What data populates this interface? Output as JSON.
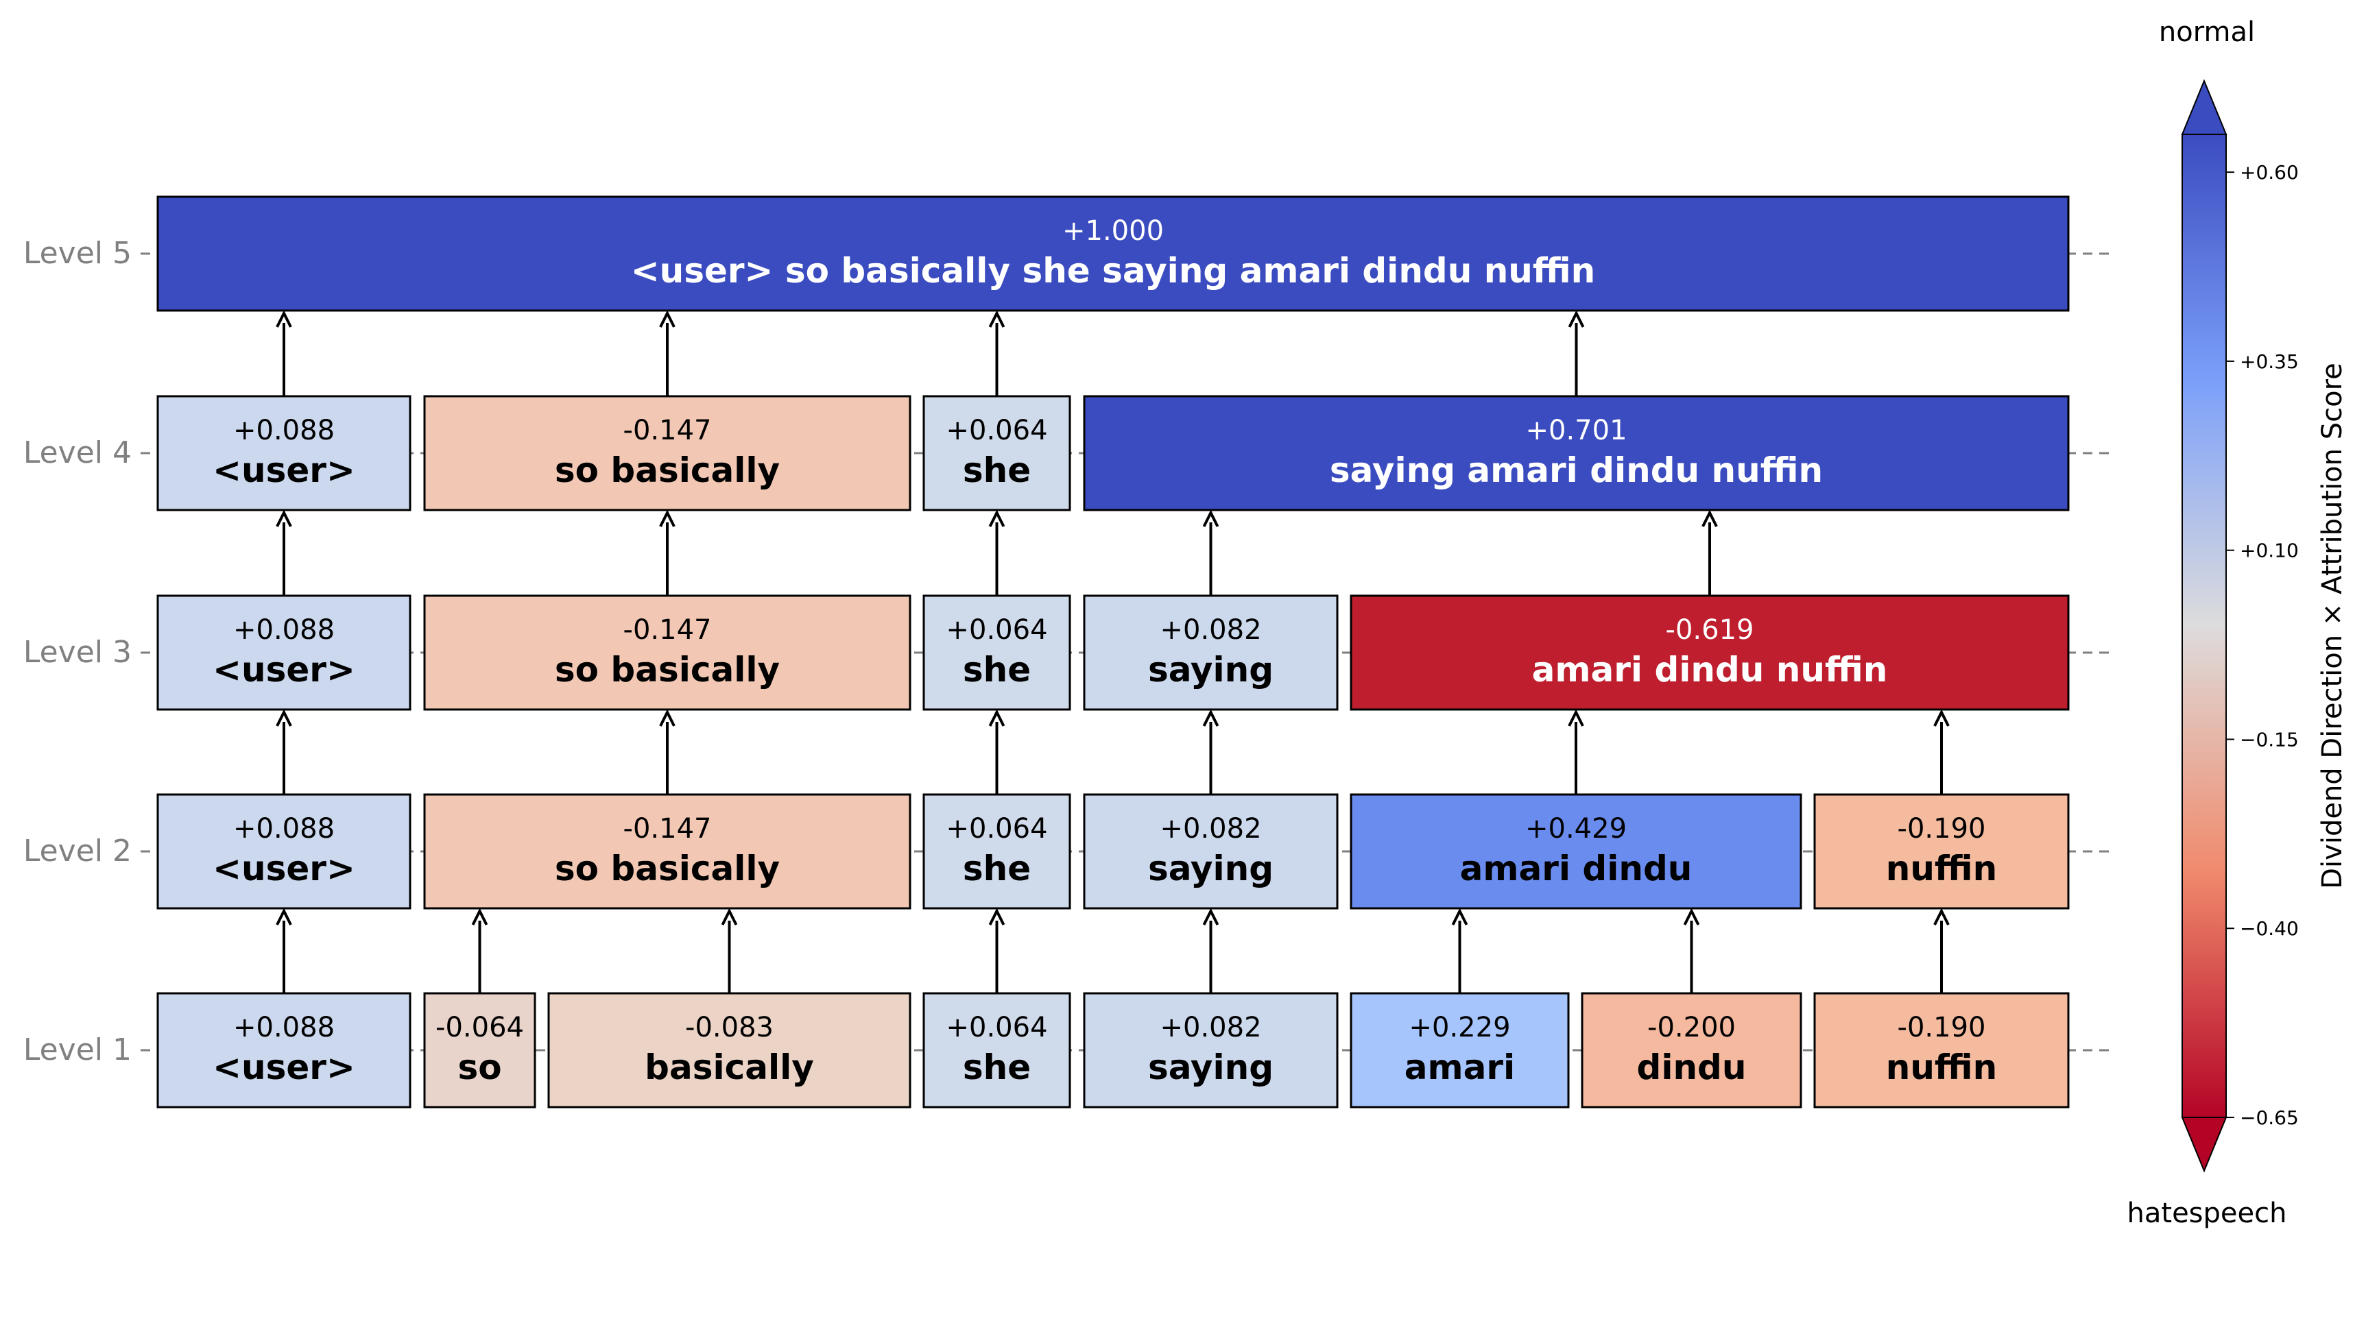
{
  "levels": [
    {
      "label": "Level 5",
      "nodes": [
        {
          "text": "<user> so basically she saying amari dindu nuffin",
          "score": "+1.000",
          "value": 1.0,
          "color": "#3b4cc0",
          "light_text": true
        }
      ]
    },
    {
      "label": "Level 4",
      "nodes": [
        {
          "text": "<user>",
          "score": "+0.088",
          "value": 0.088,
          "color": "#cbd8ee"
        },
        {
          "text": "so basically",
          "score": "-0.147",
          "value": -0.147,
          "color": "#f2c8b4"
        },
        {
          "text": "she",
          "score": "+0.064",
          "value": 0.064,
          "color": "#cfdaea"
        },
        {
          "text": "saying amari dindu nuffin",
          "score": "+0.701",
          "value": 0.701,
          "color": "#3b4cc0",
          "light_text": true
        }
      ]
    },
    {
      "label": "Level 3",
      "nodes": [
        {
          "text": "<user>",
          "score": "+0.088",
          "value": 0.088,
          "color": "#cbd8ee"
        },
        {
          "text": "so basically",
          "score": "-0.147",
          "value": -0.147,
          "color": "#f2c8b4"
        },
        {
          "text": "she",
          "score": "+0.064",
          "value": 0.064,
          "color": "#cfdaea"
        },
        {
          "text": "saying",
          "score": "+0.082",
          "value": 0.082,
          "color": "#ccd9ed"
        },
        {
          "text": "amari dindu nuffin",
          "score": "-0.619",
          "value": -0.619,
          "color": "#be1e2d",
          "light_text": true
        }
      ]
    },
    {
      "label": "Level 2",
      "nodes": [
        {
          "text": "<user>",
          "score": "+0.088",
          "value": 0.088,
          "color": "#cbd8ee"
        },
        {
          "text": "so basically",
          "score": "-0.147",
          "value": -0.147,
          "color": "#f2c8b4"
        },
        {
          "text": "she",
          "score": "+0.064",
          "value": 0.064,
          "color": "#cfdaea"
        },
        {
          "text": "saying",
          "score": "+0.082",
          "value": 0.082,
          "color": "#ccd9ed"
        },
        {
          "text": "amari dindu",
          "score": "+0.429",
          "value": 0.429,
          "color": "#6a8cee"
        },
        {
          "text": "nuffin",
          "score": "-0.190",
          "value": -0.19,
          "color": "#f4bb9f"
        }
      ]
    },
    {
      "label": "Level 1",
      "nodes": [
        {
          "text": "<user>",
          "score": "+0.088",
          "value": 0.088,
          "color": "#cbd8ee"
        },
        {
          "text": "so",
          "score": "-0.064",
          "value": -0.064,
          "color": "#e8d4cb"
        },
        {
          "text": "basically",
          "score": "-0.083",
          "value": -0.083,
          "color": "#ebd3c6"
        },
        {
          "text": "she",
          "score": "+0.064",
          "value": 0.064,
          "color": "#cfdaea"
        },
        {
          "text": "saying",
          "score": "+0.082",
          "value": 0.082,
          "color": "#ccd9ed"
        },
        {
          "text": "amari",
          "score": "+0.229",
          "value": 0.229,
          "color": "#a7c5fd"
        },
        {
          "text": "dindu",
          "score": "-0.200",
          "value": -0.2,
          "color": "#f4b99e"
        },
        {
          "text": "nuffin",
          "score": "-0.190",
          "value": -0.19,
          "color": "#f4bb9f"
        }
      ]
    }
  ],
  "colorbar": {
    "top_label": "normal",
    "bottom_label": "hatespeech",
    "axis_label": "Dividend Direction × Attribution Score",
    "ticks": [
      "+0.60",
      "+0.35",
      "+0.10",
      "−0.15",
      "−0.40",
      "−0.65"
    ],
    "tick_values": [
      0.6,
      0.35,
      0.1,
      -0.15,
      -0.4,
      -0.65
    ],
    "range": [
      -0.65,
      0.65
    ],
    "colors": {
      "top": "#3b4cc0",
      "upper": "#7b9ff9",
      "middle": "#dddcdc",
      "lower": "#f08a6c",
      "bottom": "#b40426"
    }
  }
}
